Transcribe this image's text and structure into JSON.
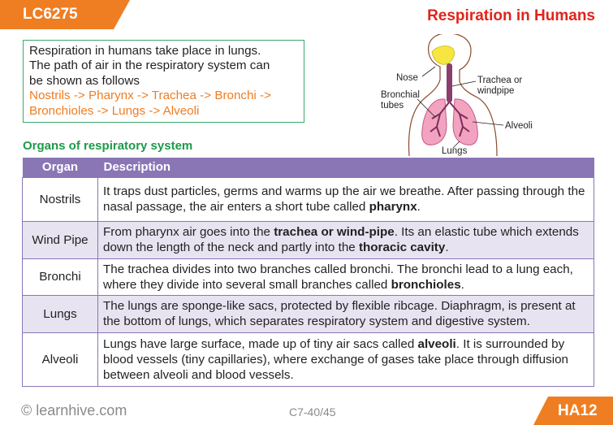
{
  "header": {
    "code": "LC6275",
    "title": "Respiration in Humans"
  },
  "intro": {
    "line1": "Respiration in humans take place in lungs.",
    "line2": "The path of air in the respiratory system can",
    "line3": "be shown as follows",
    "path_line1": "Nostrils -> Pharynx -> Trachea -> Bronchi ->",
    "path_line2": "Bronchioles -> Lungs -> Alveoli"
  },
  "diagram": {
    "labels": {
      "nose": "Nose",
      "trachea_1": "Trachea or",
      "trachea_2": "windpipe",
      "bronchial_1": "Bronchial",
      "bronchial_2": "tubes",
      "alveoli": "Alveoli",
      "lungs": "Lungs"
    }
  },
  "section_heading": "Organs of respiratory system",
  "table": {
    "headers": {
      "organ": "Organ",
      "description": "Description"
    },
    "rows": [
      {
        "organ": "Nostrils",
        "parts": [
          "It traps dust particles, germs and warms up the air we breathe. After passing through the nasal passage, the air enters a short tube called ",
          "pharynx",
          "."
        ]
      },
      {
        "organ": "Wind Pipe",
        "parts": [
          "From pharynx air goes into the ",
          "trachea or wind-pipe",
          ". Its an elastic tube which extends down the length of the neck and partly into the ",
          "thoracic cavity",
          "."
        ]
      },
      {
        "organ": "Bronchi",
        "parts": [
          "The trachea divides into two branches called bronchi. The bronchi lead to a lung each, where they divide into several small branches called ",
          "bronchioles",
          "."
        ]
      },
      {
        "organ": "Lungs",
        "parts": [
          "The lungs are sponge-like sacs, protected by flexible ribcage. Diaphragm, is present at the bottom of  lungs, which separates respiratory system and digestive system."
        ]
      },
      {
        "organ": "Alveoli",
        "parts": [
          "Lungs have large surface, made up of tiny air sacs called ",
          "alveoli",
          ". It is surrounded by blood vessels (tiny capillaries), where exchange of gases take place through diffusion between alveoli and blood vessels."
        ]
      }
    ]
  },
  "footer": {
    "copyright": "© learnhive.com",
    "page": "C7-40/45",
    "ref": "HA12"
  },
  "colors": {
    "orange": "#ef7d22",
    "title_red": "#e2231a",
    "green": "#1d9a4a",
    "table_header": "#8a76b5",
    "row_alt": "#e7e3f1"
  }
}
